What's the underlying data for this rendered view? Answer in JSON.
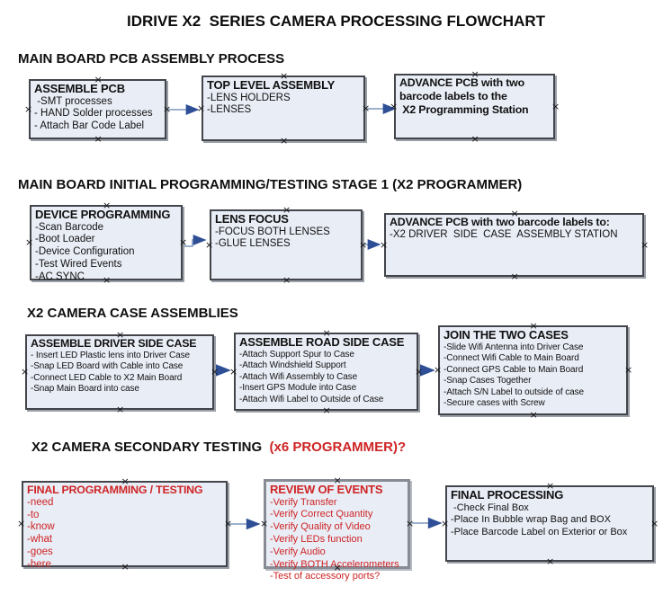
{
  "title": "IDRIVE X2  SERIES CAMERA PROCESSING FLOWCHART",
  "colors": {
    "box_fill": "#e9edf6",
    "box_border": "#43454a",
    "arrow_line": "#8fa6c5",
    "arrow_head": "#2e4f96",
    "red_text": "#ce2424",
    "black_text": "#111111"
  },
  "sections": [
    {
      "heading": "MAIN BOARD PCB ASSEMBLY PROCESS"
    },
    {
      "heading": "MAIN BOARD INITIAL PROGRAMMING/TESTING STAGE 1 (X2 PROGRAMMER)"
    },
    {
      "heading": "X2 CAMERA CASE ASSEMBLIES"
    },
    {
      "heading": "X2 CAMERA SECONDARY TESTING ",
      "heading_suffix": " (x6 PROGRAMMER)?"
    }
  ],
  "boxes": {
    "assemble_pcb": {
      "title": "ASSEMBLE PCB",
      "items": [
        " -SMT processes",
        "- HAND Solder processes",
        "- Attach Bar Code Label"
      ]
    },
    "top_level_assembly": {
      "title": "TOP LEVEL ASSEMBLY",
      "items": [
        "-LENS HOLDERS",
        "-LENSES"
      ]
    },
    "advance_pcb_programming": {
      "title": "ADVANCE PCB with two\nbarcode labels to the\n X2 Programming Station",
      "items": []
    },
    "device_programming": {
      "title": "DEVICE PROGRAMMING",
      "items": [
        "-Scan Barcode",
        "-Boot Loader",
        "-Device Configuration",
        "-Test Wired Events",
        "-AC SYNC"
      ]
    },
    "lens_focus": {
      "title": "LENS FOCUS",
      "items": [
        "-FOCUS BOTH LENSES",
        "-GLUE LENSES"
      ]
    },
    "advance_pcb_driver_side": {
      "title": "ADVANCE PCB with two barcode labels to:",
      "items": [
        "-X2 DRIVER  SIDE  CASE  ASSEMBLY STATION"
      ]
    },
    "assemble_driver_side_case": {
      "title": "ASSEMBLE DRIVER SIDE CASE",
      "items": [
        "- Insert LED Plastic lens into Driver Case",
        "-Snap LED Board with Cable into Case",
        "-Connect LED Cable to X2 Main Board",
        "-Snap Main Board into case"
      ]
    },
    "assemble_road_side_case": {
      "title": "ASSEMBLE ROAD SIDE CASE",
      "items": [
        "-Attach Support Spur to Case",
        "-Attach Windshield Support",
        "-Attach Wifi Assembly to Case",
        "-Insert GPS Module into Case",
        "-Attach Wifi Label to Outside of Case"
      ]
    },
    "join_the_two_cases": {
      "title": "JOIN THE TWO CASES",
      "items": [
        "-Slide Wifi Antenna into Driver Case",
        "-Connect Wifi Cable to Main Board",
        "-Connect GPS Cable to Main Board",
        "-Snap Cases Together",
        "-Attach S/N Label to outside of case",
        "-Secure cases with Screw"
      ]
    },
    "final_programming_testing": {
      "title": "FINAL PROGRAMMING / TESTING",
      "items": [
        "-need",
        "-to",
        "-know",
        "-what",
        "-goes",
        "-here"
      ]
    },
    "review_of_events": {
      "title": "REVIEW OF EVENTS",
      "items": [
        "-Verify Transfer",
        "-Verify Correct Quantity",
        "-Verify Quality of Video",
        "-Verify LEDs function",
        "-Verify Audio",
        "-Verify BOTH Accelerometers",
        "-Test of accessory ports?"
      ]
    },
    "final_processing": {
      "title": "FINAL PROCESSING",
      "items": [
        " -Check Final Box",
        "-Place In Bubble wrap Bag and BOX",
        "-Place Barcode Label on Exterior or Box"
      ]
    }
  }
}
